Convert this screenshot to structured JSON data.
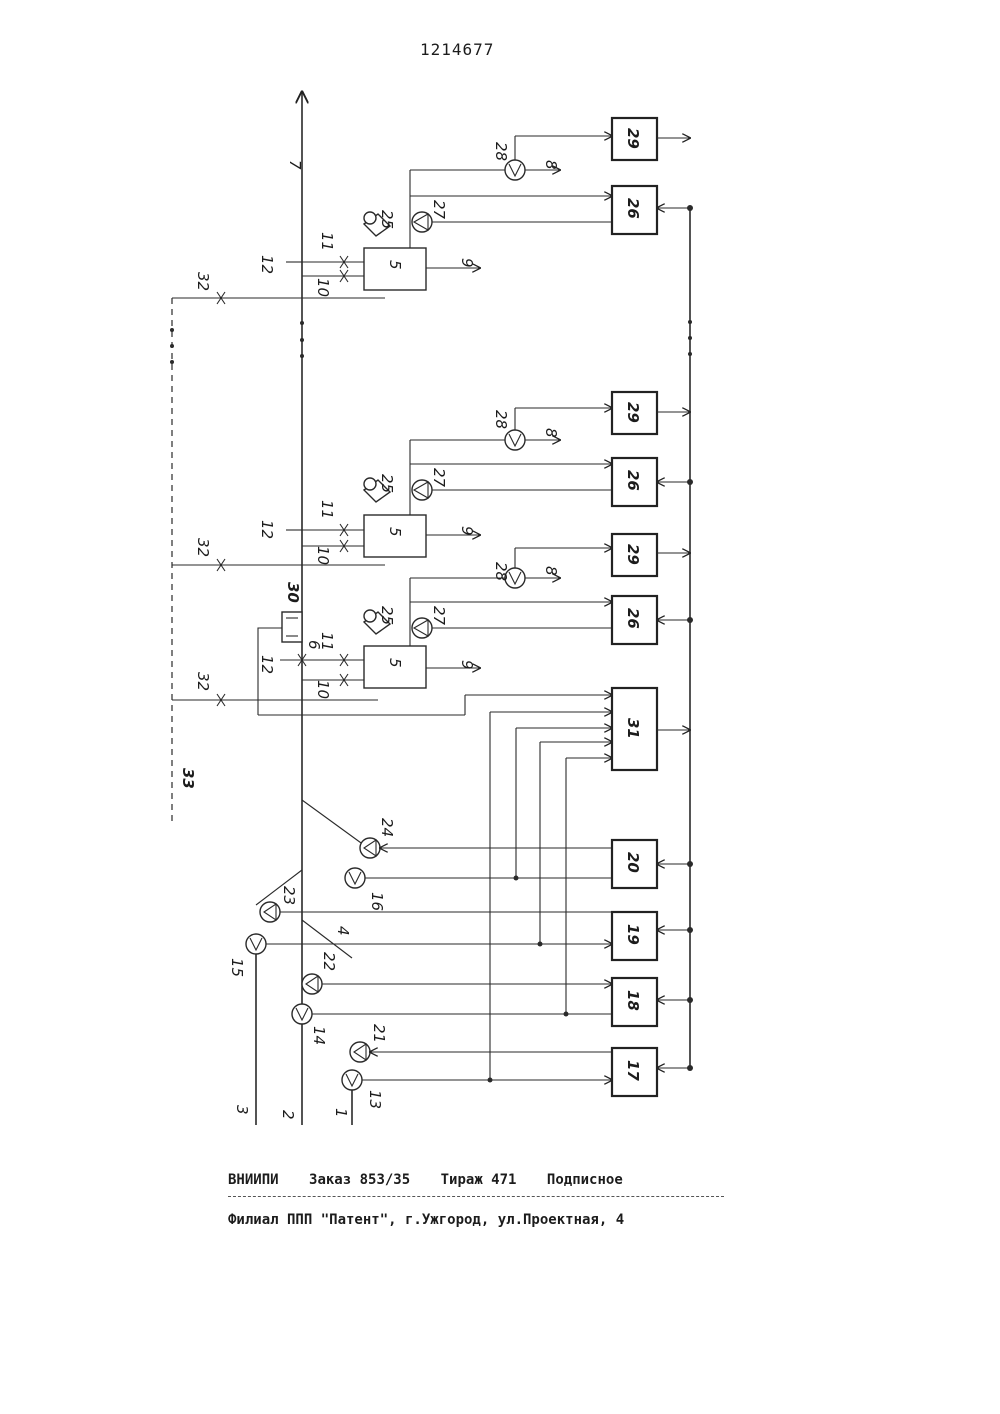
{
  "patent_number": "1214677",
  "diagram": {
    "lines": {
      "l1": "1",
      "l2": "2",
      "l3": "3",
      "l4": "4",
      "l6": "6",
      "l7": "7",
      "l8": "8",
      "l9": "9"
    },
    "sections": [
      {
        "vessel": "5",
        "v10": "10",
        "v11": "11",
        "v12": "12",
        "v25": "25",
        "v27": "27",
        "p28": "28",
        "b26": "26",
        "b29": "29",
        "v32": "32"
      },
      {
        "vessel": "5",
        "v10": "10",
        "v11": "11",
        "v12": "12",
        "v25": "25",
        "v27": "27",
        "p28": "28",
        "b26": "26",
        "b29": "29",
        "v32": "32"
      },
      {
        "vessel": "5",
        "v10": "10",
        "v11": "11",
        "v12": "12",
        "v25": "25",
        "v27": "27",
        "b26": "26",
        "v32": "32"
      }
    ],
    "extra": {
      "p28": "28",
      "b29": "29",
      "b30": "30",
      "b31": "31",
      "l33": "33"
    },
    "lower": {
      "p13": "13",
      "p14": "14",
      "p15": "15",
      "p16": "16",
      "v21": "21",
      "v22": "22",
      "v23": "23",
      "v24": "24",
      "b17": "17",
      "b18": "18",
      "b19": "19",
      "b20": "20"
    }
  },
  "footer": {
    "org": "ВНИИПИ",
    "order": "Заказ 853/35",
    "run": "Тираж 471",
    "sub": "Подписное",
    "branch": "Филиал ППП \"Патент\", г.Ужгород, ул.Проектная, 4"
  }
}
